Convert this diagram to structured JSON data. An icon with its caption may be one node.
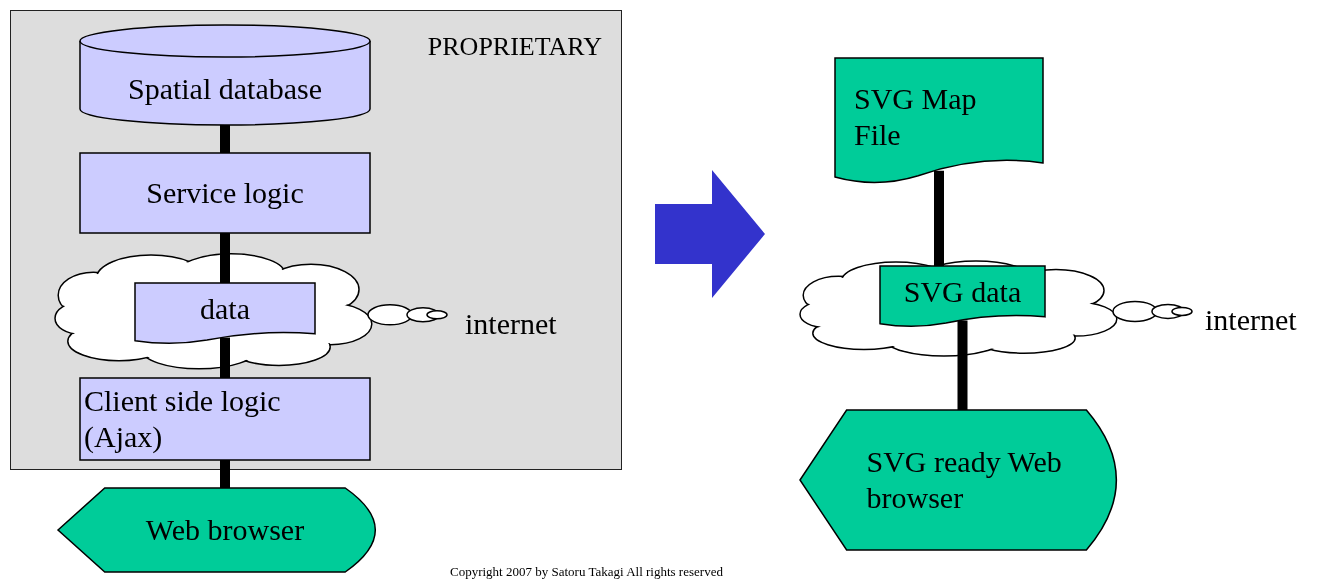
{
  "diagram": {
    "nodes": [
      {
        "text": [
          "PROPRIETARY"
        ]
      },
      {
        "text": [
          "Spatial database"
        ],
        "in": 0
      },
      {
        "text": [
          "Service logic"
        ],
        "in": 0
      },
      {
        "text": [],
        "shape": "cloud",
        "beside": [
          "internet"
        ],
        "in": 0
      },
      {
        "text": [
          "data"
        ],
        "in": 3
      },
      {
        "text": [
          "Client side logic (Ajax)"
        ],
        "in": 0
      },
      {
        "text": [
          "Web browser"
        ]
      },
      {
        "text": [
          "SVG Map File"
        ]
      },
      {
        "text": [],
        "shape": "cloud",
        "beside": [
          "internet"
        ]
      },
      {
        "text": [
          "SVG data"
        ],
        "in": 8
      },
      {
        "text": [
          "SVG ready Web browser"
        ]
      }
    ],
    "edges": [
      {
        "from": 1,
        "to": 2,
        "arrow": "none"
      },
      {
        "from": 2,
        "to": 4,
        "arrow": "none"
      },
      {
        "from": 4,
        "to": 5,
        "arrow": "none"
      },
      {
        "from": 5,
        "to": 6,
        "arrow": "none"
      },
      {
        "from": 7,
        "to": 9,
        "arrow": "none"
      },
      {
        "from": 9,
        "to": 10,
        "arrow": "none"
      }
    ],
    "labels": [
      "Copyright 2007 by Satoru Takagi All rights reserved"
    ]
  }
}
